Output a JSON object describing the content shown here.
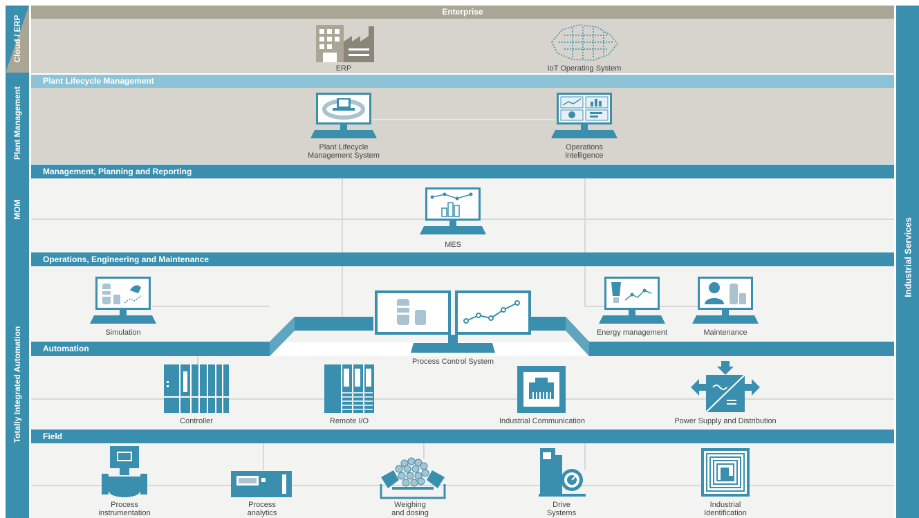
{
  "sidebar": {
    "cloud_erp": "Cloud / ERP",
    "plant_management": "Plant Management",
    "mom": "MOM",
    "tia": "Totally Integrated Automation",
    "industrial_services": "Industrial Services"
  },
  "bands": {
    "enterprise": "Enterprise",
    "plm": "Plant Lifecycle Management",
    "mpr": "Management, Planning and Reporting",
    "oem": "Operations, Engineering and Maintenance",
    "automation": "Automation",
    "field": "Field"
  },
  "items": {
    "erp": "ERP",
    "iot": "IoT Operating System",
    "plm_system": [
      "Plant Lifecycle",
      "Management System"
    ],
    "ops_intel": [
      "Operations",
      "intelligence"
    ],
    "mes": "MES",
    "simulation": "Simulation",
    "pcs": "Process Control System",
    "energy": "Energy management",
    "maintenance": "Maintenance",
    "controller": "Controller",
    "remote_io": "Remote I/O",
    "industrial_comm": "Industrial Communication",
    "power_supply": "Power Supply and Distribution",
    "process_instr": [
      "Process",
      "instrumentation"
    ],
    "process_analytics": [
      "Process",
      "analytics"
    ],
    "weighing": [
      "Weighing",
      "and dosing"
    ],
    "drive": [
      "Drive",
      "Systems"
    ],
    "ident": [
      "Industrial",
      "Identification"
    ]
  },
  "colors": {
    "teal": "#3a8fae",
    "light_teal": "#8cc3d6",
    "khaki": "#a9a695",
    "gray_bg": "#d6d4cc",
    "light_bg": "#f3f4f1"
  }
}
